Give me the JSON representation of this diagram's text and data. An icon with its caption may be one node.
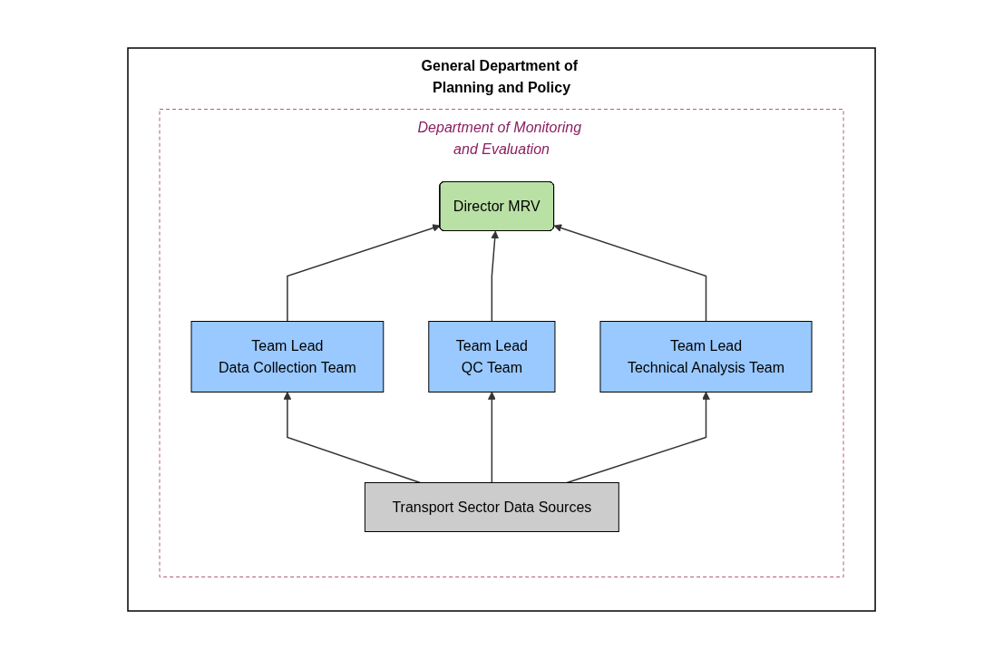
{
  "diagram": {
    "nodes": [
      {
        "text": [
          "General Department of Planning and Policy"
        ]
      },
      {
        "text": [
          "Department of Monitoring and Evaluation"
        ],
        "in": 0
      },
      {
        "text": [
          "Director MRV"
        ],
        "in": 1
      },
      {
        "text": [
          "Team Lead",
          "Data Collection Team"
        ],
        "in": 1
      },
      {
        "text": [
          "Team Lead",
          "QC Team"
        ],
        "in": 1
      },
      {
        "text": [
          "Team Lead",
          "Technical Analysis Team"
        ],
        "in": 1
      },
      {
        "text": [
          "Transport Sector Data Sources"
        ],
        "in": 1
      }
    ],
    "edges": [
      {
        "from": 3,
        "to": 2,
        "arrow": "to"
      },
      {
        "from": 4,
        "to": 2,
        "arrow": "to"
      },
      {
        "from": 5,
        "to": 2,
        "arrow": "to"
      },
      {
        "from": 6,
        "to": 3,
        "arrow": "to"
      },
      {
        "from": 6,
        "to": 4,
        "arrow": "to"
      },
      {
        "from": 6,
        "to": 5,
        "arrow": "to"
      }
    ]
  }
}
